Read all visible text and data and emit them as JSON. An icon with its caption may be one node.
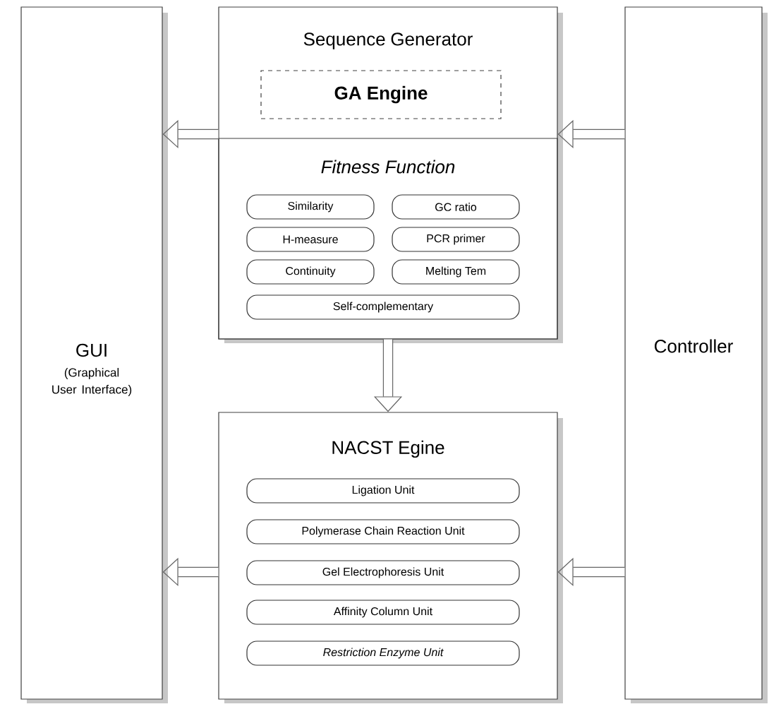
{
  "diagram": {
    "nodes": [
      {
        "text": [
          "GUI",
          "(Graphical User Interface)"
        ]
      },
      {
        "text": [
          "Sequence Generator"
        ]
      },
      {
        "text": [
          "GA Engine"
        ],
        "in": 1
      },
      {
        "text": [
          "Fitness Function"
        ],
        "in": 1
      },
      {
        "text": [
          "Similarity"
        ],
        "in": 3
      },
      {
        "text": [
          "GC ratio"
        ],
        "in": 3
      },
      {
        "text": [
          "H-measure"
        ],
        "in": 3
      },
      {
        "text": [
          "PCR primer"
        ],
        "in": 3
      },
      {
        "text": [
          "Continuity"
        ],
        "in": 3
      },
      {
        "text": [
          "Melting Tem"
        ],
        "in": 3
      },
      {
        "text": [
          "Self-complementary"
        ],
        "in": 3
      },
      {
        "text": [
          "NACST Egine"
        ]
      },
      {
        "text": [
          "Ligation Unit"
        ],
        "in": 11
      },
      {
        "text": [
          "Polymerase Chain Reaction Unit"
        ],
        "in": 11
      },
      {
        "text": [
          "Gel Electrophoresis Unit"
        ],
        "in": 11
      },
      {
        "text": [
          "Affinity Column Unit"
        ],
        "in": 11
      },
      {
        "text": [
          "Restriction Enzyme Unit"
        ],
        "in": 11
      },
      {
        "text": [
          "Controller"
        ]
      }
    ],
    "edges": [
      {
        "from": 1,
        "to": 0,
        "arrow": "to"
      },
      {
        "from": 17,
        "to": 1,
        "arrow": "to"
      },
      {
        "from": 3,
        "to": 11,
        "arrow": "to"
      },
      {
        "from": 11,
        "to": 0,
        "arrow": "to"
      },
      {
        "from": 17,
        "to": 11,
        "arrow": "to"
      }
    ]
  }
}
